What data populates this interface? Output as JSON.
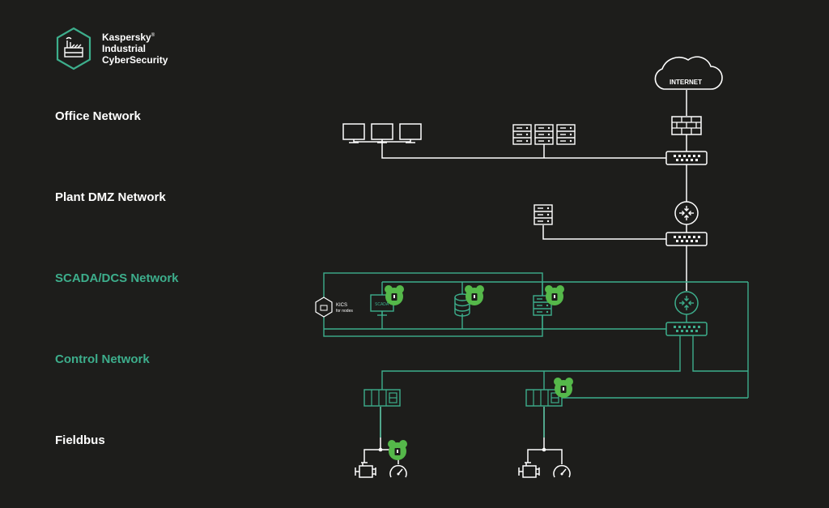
{
  "brand": {
    "line1": "Kaspersky",
    "line2": "Industrial",
    "line3": "CyberSecurity",
    "trademark": "®"
  },
  "layers": [
    {
      "label": "Office Network",
      "color": "#ffffff"
    },
    {
      "label": "Plant DMZ Network",
      "color": "#ffffff"
    },
    {
      "label": "SCADA/DCS Network",
      "color": "#3dae8c"
    },
    {
      "label": "Control Network",
      "color": "#3dae8c"
    },
    {
      "label": "Fieldbus",
      "color": "#ffffff"
    }
  ],
  "nodes": {
    "internet_label": "INTERNET",
    "kics_nodes_line1": "KICS",
    "kics_nodes_line2": "for nodes",
    "scada_label": "SCADA"
  },
  "colors": {
    "background": "#1d1d1b",
    "white_line": "#ffffff",
    "green_line": "#3dae8c",
    "agent_green": "#55b84a"
  },
  "icons": {
    "cloud": "internet-cloud-icon",
    "firewall": "firewall-icon",
    "switch": "network-switch-icon",
    "router": "router-icon",
    "server": "server-icon",
    "workstation": "workstation-icon",
    "database": "database-icon",
    "plc": "plc-icon",
    "motor": "motor-icon",
    "gauge": "gauge-icon",
    "agent": "kics-agent-icon"
  }
}
